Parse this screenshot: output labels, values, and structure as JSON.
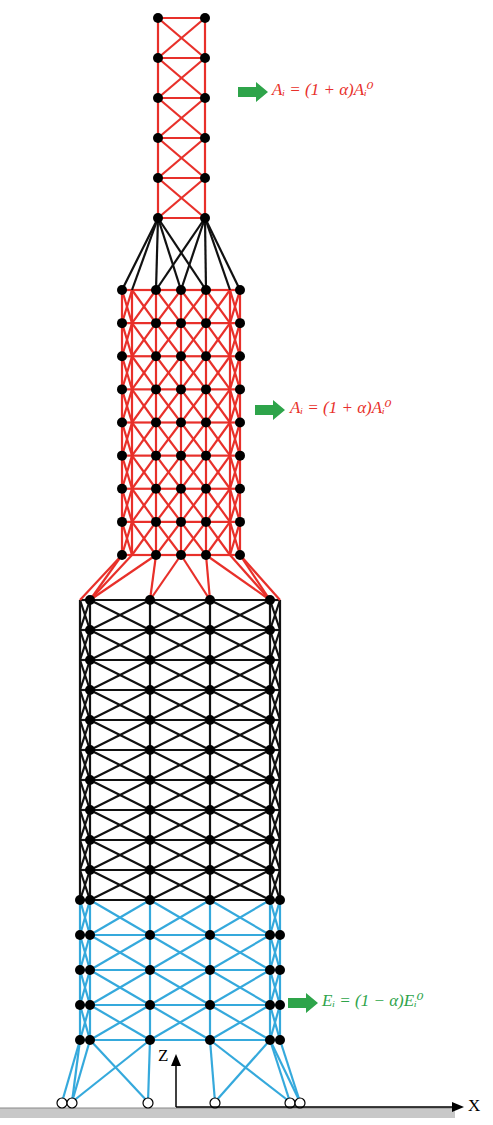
{
  "diagram": {
    "labels": [
      "Aᵢ = (1 + α)Aᵢ⁰",
      "Aᵢ = (1 + α)Aᵢ⁰",
      "Eᵢ = (1 − α)Eᵢ⁰",
      "Z",
      "X"
    ]
  }
}
